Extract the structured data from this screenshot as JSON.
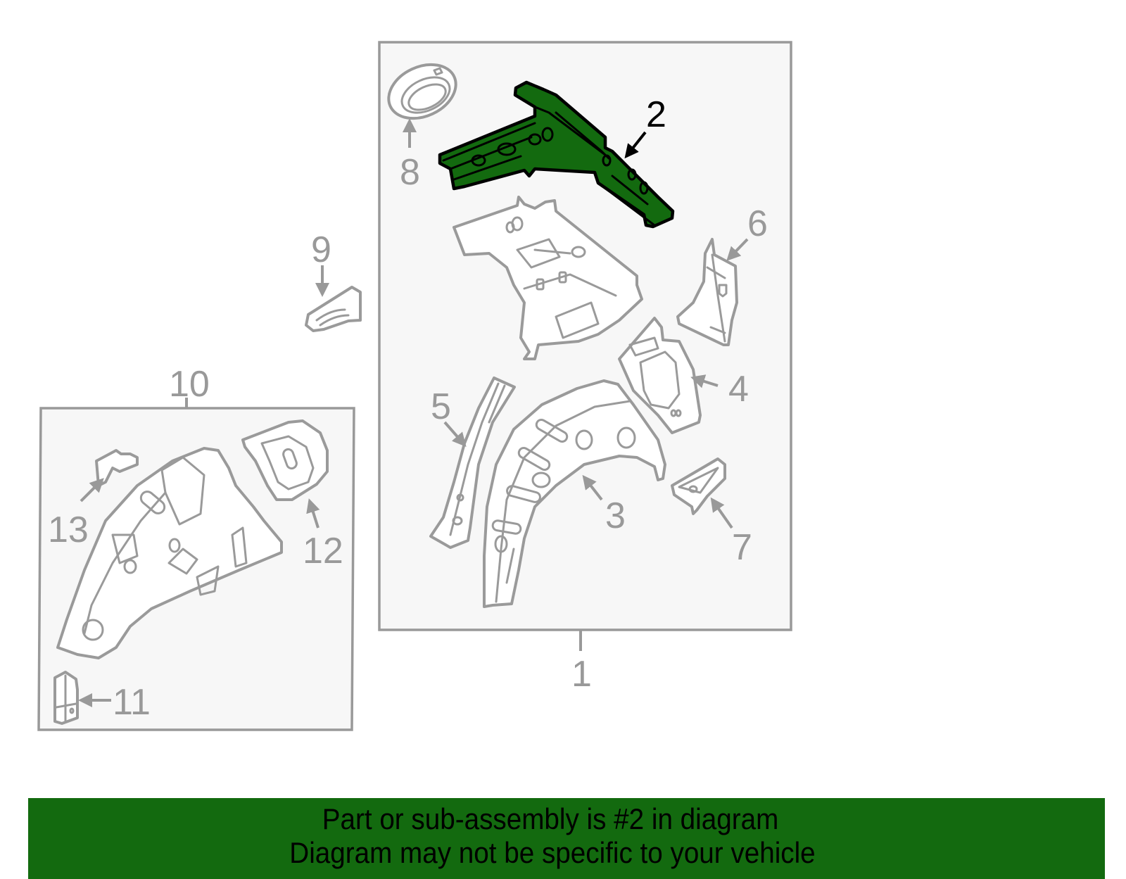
{
  "diagram": {
    "highlighted_part": "2",
    "highlight_color": "#136a0f",
    "outline_color": "#999999",
    "box_fill": "#f7f7f7",
    "callouts": {
      "c1": "1",
      "c2": "2",
      "c3": "3",
      "c4": "4",
      "c5": "5",
      "c6": "6",
      "c7": "7",
      "c8": "8",
      "c9": "9",
      "c10": "10",
      "c11": "11",
      "c12": "12",
      "c13": "13"
    },
    "groups": [
      {
        "id": "1",
        "contains": [
          "2",
          "3",
          "4",
          "5",
          "6",
          "7",
          "8"
        ]
      },
      {
        "id": "10",
        "contains": [
          "11",
          "12",
          "13"
        ]
      }
    ],
    "standalone": [
      "9"
    ]
  },
  "banner": {
    "line1": "Part or sub-assembly is #2 in diagram",
    "line2": "Diagram may not be specific to your vehicle"
  }
}
